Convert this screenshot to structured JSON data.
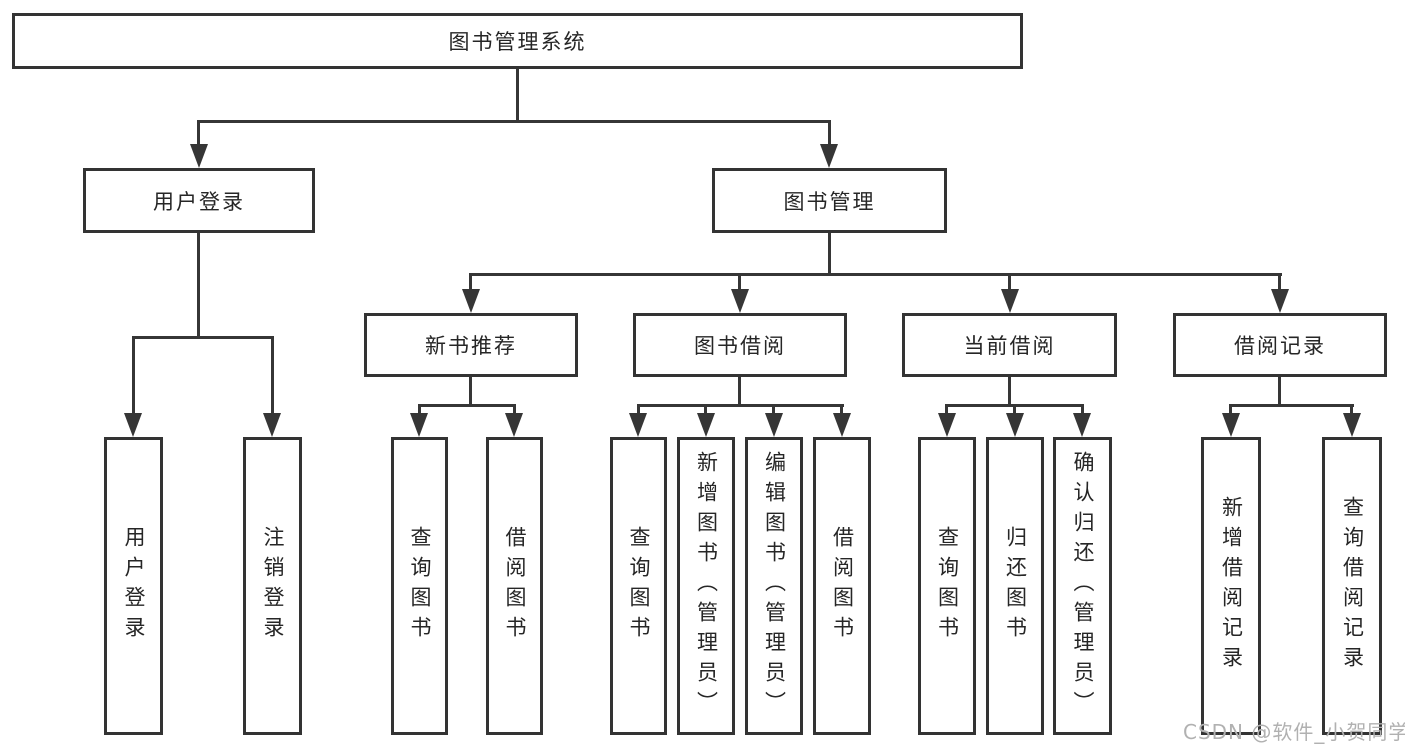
{
  "diagram": {
    "root": {
      "label": "图书管理系统"
    },
    "branches": [
      {
        "label": "用户登录",
        "children": [
          {
            "label": "用户登录"
          },
          {
            "label": "注销登录"
          }
        ]
      },
      {
        "label": "图书管理",
        "children": [
          {
            "label": "新书推荐",
            "children": [
              {
                "label": "查询图书"
              },
              {
                "label": "借阅图书"
              }
            ]
          },
          {
            "label": "图书借阅",
            "children": [
              {
                "label": "查询图书"
              },
              {
                "label": "新增图书（管理员）"
              },
              {
                "label": "编辑图书（管理员）"
              },
              {
                "label": "借阅图书"
              }
            ]
          },
          {
            "label": "当前借阅",
            "children": [
              {
                "label": "查询图书"
              },
              {
                "label": "归还图书"
              },
              {
                "label": "确认归还（管理员）"
              }
            ]
          },
          {
            "label": "借阅记录",
            "children": [
              {
                "label": "新增借阅记录"
              },
              {
                "label": "查询借阅记录"
              }
            ]
          }
        ]
      }
    ]
  },
  "watermark": {
    "text": "CSDN @软件_小贺同学"
  },
  "colors": {
    "box_border": "#333333",
    "connector": "#363636",
    "text": "#262626",
    "watermark": "#b1b1b1",
    "background": "#ffffff"
  }
}
